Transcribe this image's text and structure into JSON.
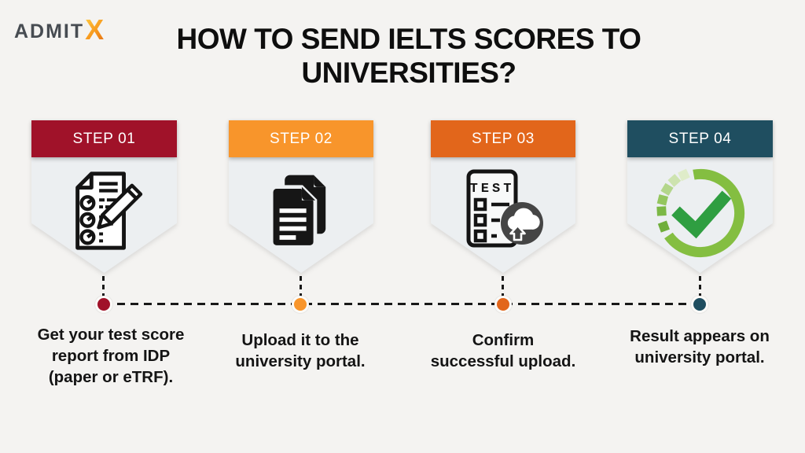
{
  "brand": {
    "prefix": "ADMIT",
    "suffix": "X"
  },
  "header": {
    "title_line1": "HOW TO SEND IELTS SCORES TO",
    "title_line2": "UNIVERSITIES?"
  },
  "steps": [
    {
      "label": "STEP 01",
      "color": "#a01229",
      "icon": "checklist-pencil-icon",
      "caption_lines": [
        "Get your test score",
        "report from IDP",
        "(paper or eTRF)."
      ]
    },
    {
      "label": "STEP 02",
      "color": "#f8952b",
      "icon": "documents-icon",
      "caption_lines": [
        "Upload it to the",
        "university portal."
      ]
    },
    {
      "label": "STEP 03",
      "color": "#e2661b",
      "icon": "test-upload-cloud-icon",
      "caption_lines": [
        "Confirm",
        "successful upload."
      ]
    },
    {
      "label": "STEP 04",
      "color": "#1f4e60",
      "icon": "progress-check-icon",
      "caption_lines": [
        "Result appears on",
        "university portal."
      ]
    }
  ],
  "colors": {
    "background": "#f4f3f1",
    "card_body": "#eceff1",
    "timeline_line": "#181818",
    "title_text": "#0e0e0e",
    "caption_text": "#141414",
    "logo_text": "#474c52",
    "logo_x_gradient_from": "#ffc53d",
    "logo_x_gradient_to": "#e87714",
    "check_green": "#2f9e41",
    "arc_green": "#84be41",
    "upload_circle_gray": "#454545"
  }
}
